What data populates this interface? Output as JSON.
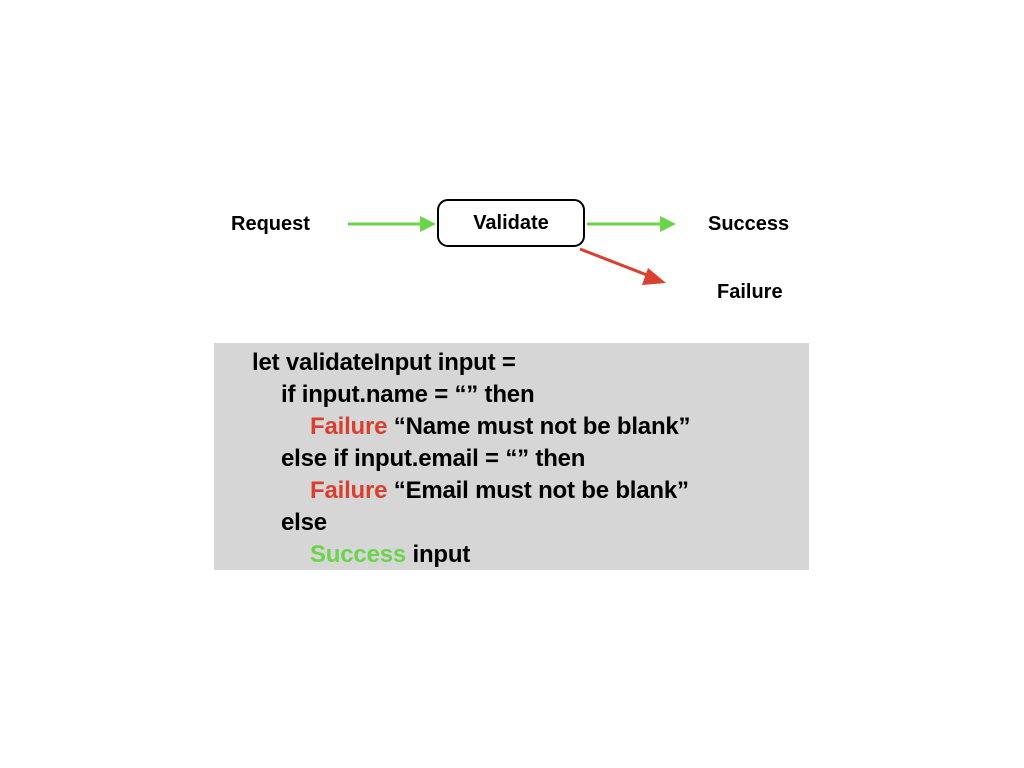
{
  "diagram": {
    "request_label": "Request",
    "validate_label": "Validate",
    "success_label": "Success",
    "failure_label": "Failure",
    "colors": {
      "success_arrow": "#6cd44a",
      "failure_arrow": "#d94030"
    }
  },
  "code": {
    "line1": "let validateInput input =",
    "line2": "if input.name = “” then",
    "line3_keyword": "Failure",
    "line3_text": " “Name must not be blank”",
    "line4": "else if input.email = “” then",
    "line5_keyword": "Failure",
    "line5_text": " “Email must not be blank”",
    "line6": "else",
    "line7_keyword": "Success",
    "line7_text": " input",
    "colors": {
      "failure_keyword": "#d94030",
      "success_keyword": "#6cd44a",
      "panel_background": "#d6d6d6"
    }
  }
}
